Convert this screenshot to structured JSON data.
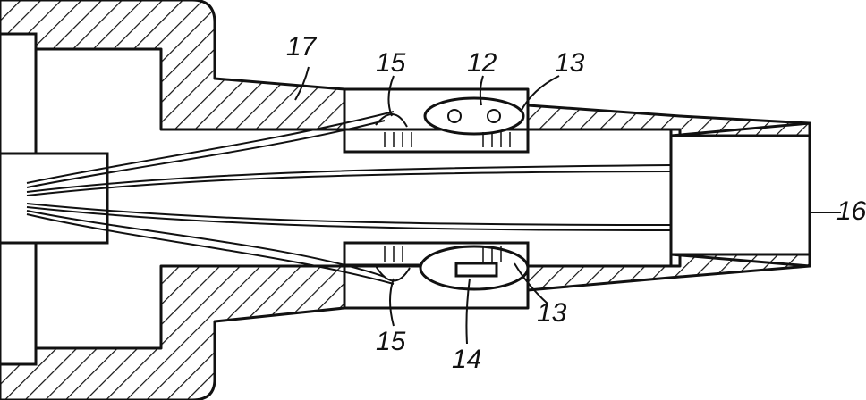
{
  "figure": {
    "labels": {
      "l17": "17",
      "l15_top": "15",
      "l12": "12",
      "l13_top": "13",
      "l16": "16",
      "l15_bottom": "15",
      "l14": "14",
      "l13_bottom": "13"
    }
  }
}
